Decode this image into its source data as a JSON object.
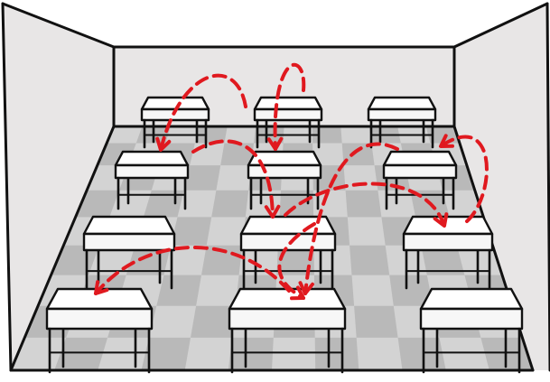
{
  "colors": {
    "wall": "#e8e6e6",
    "floor_light": "#d3d3d3",
    "floor_dark": "#b9b9b9",
    "line": "#111111",
    "desk": "#ffffff",
    "arrow": "#e0191f"
  },
  "room": {
    "kind": "classroom",
    "floor_pattern": "checkerboard",
    "desk_count": 12,
    "desk_rows": [
      3,
      3,
      3,
      3
    ],
    "arrow_count": 9
  }
}
